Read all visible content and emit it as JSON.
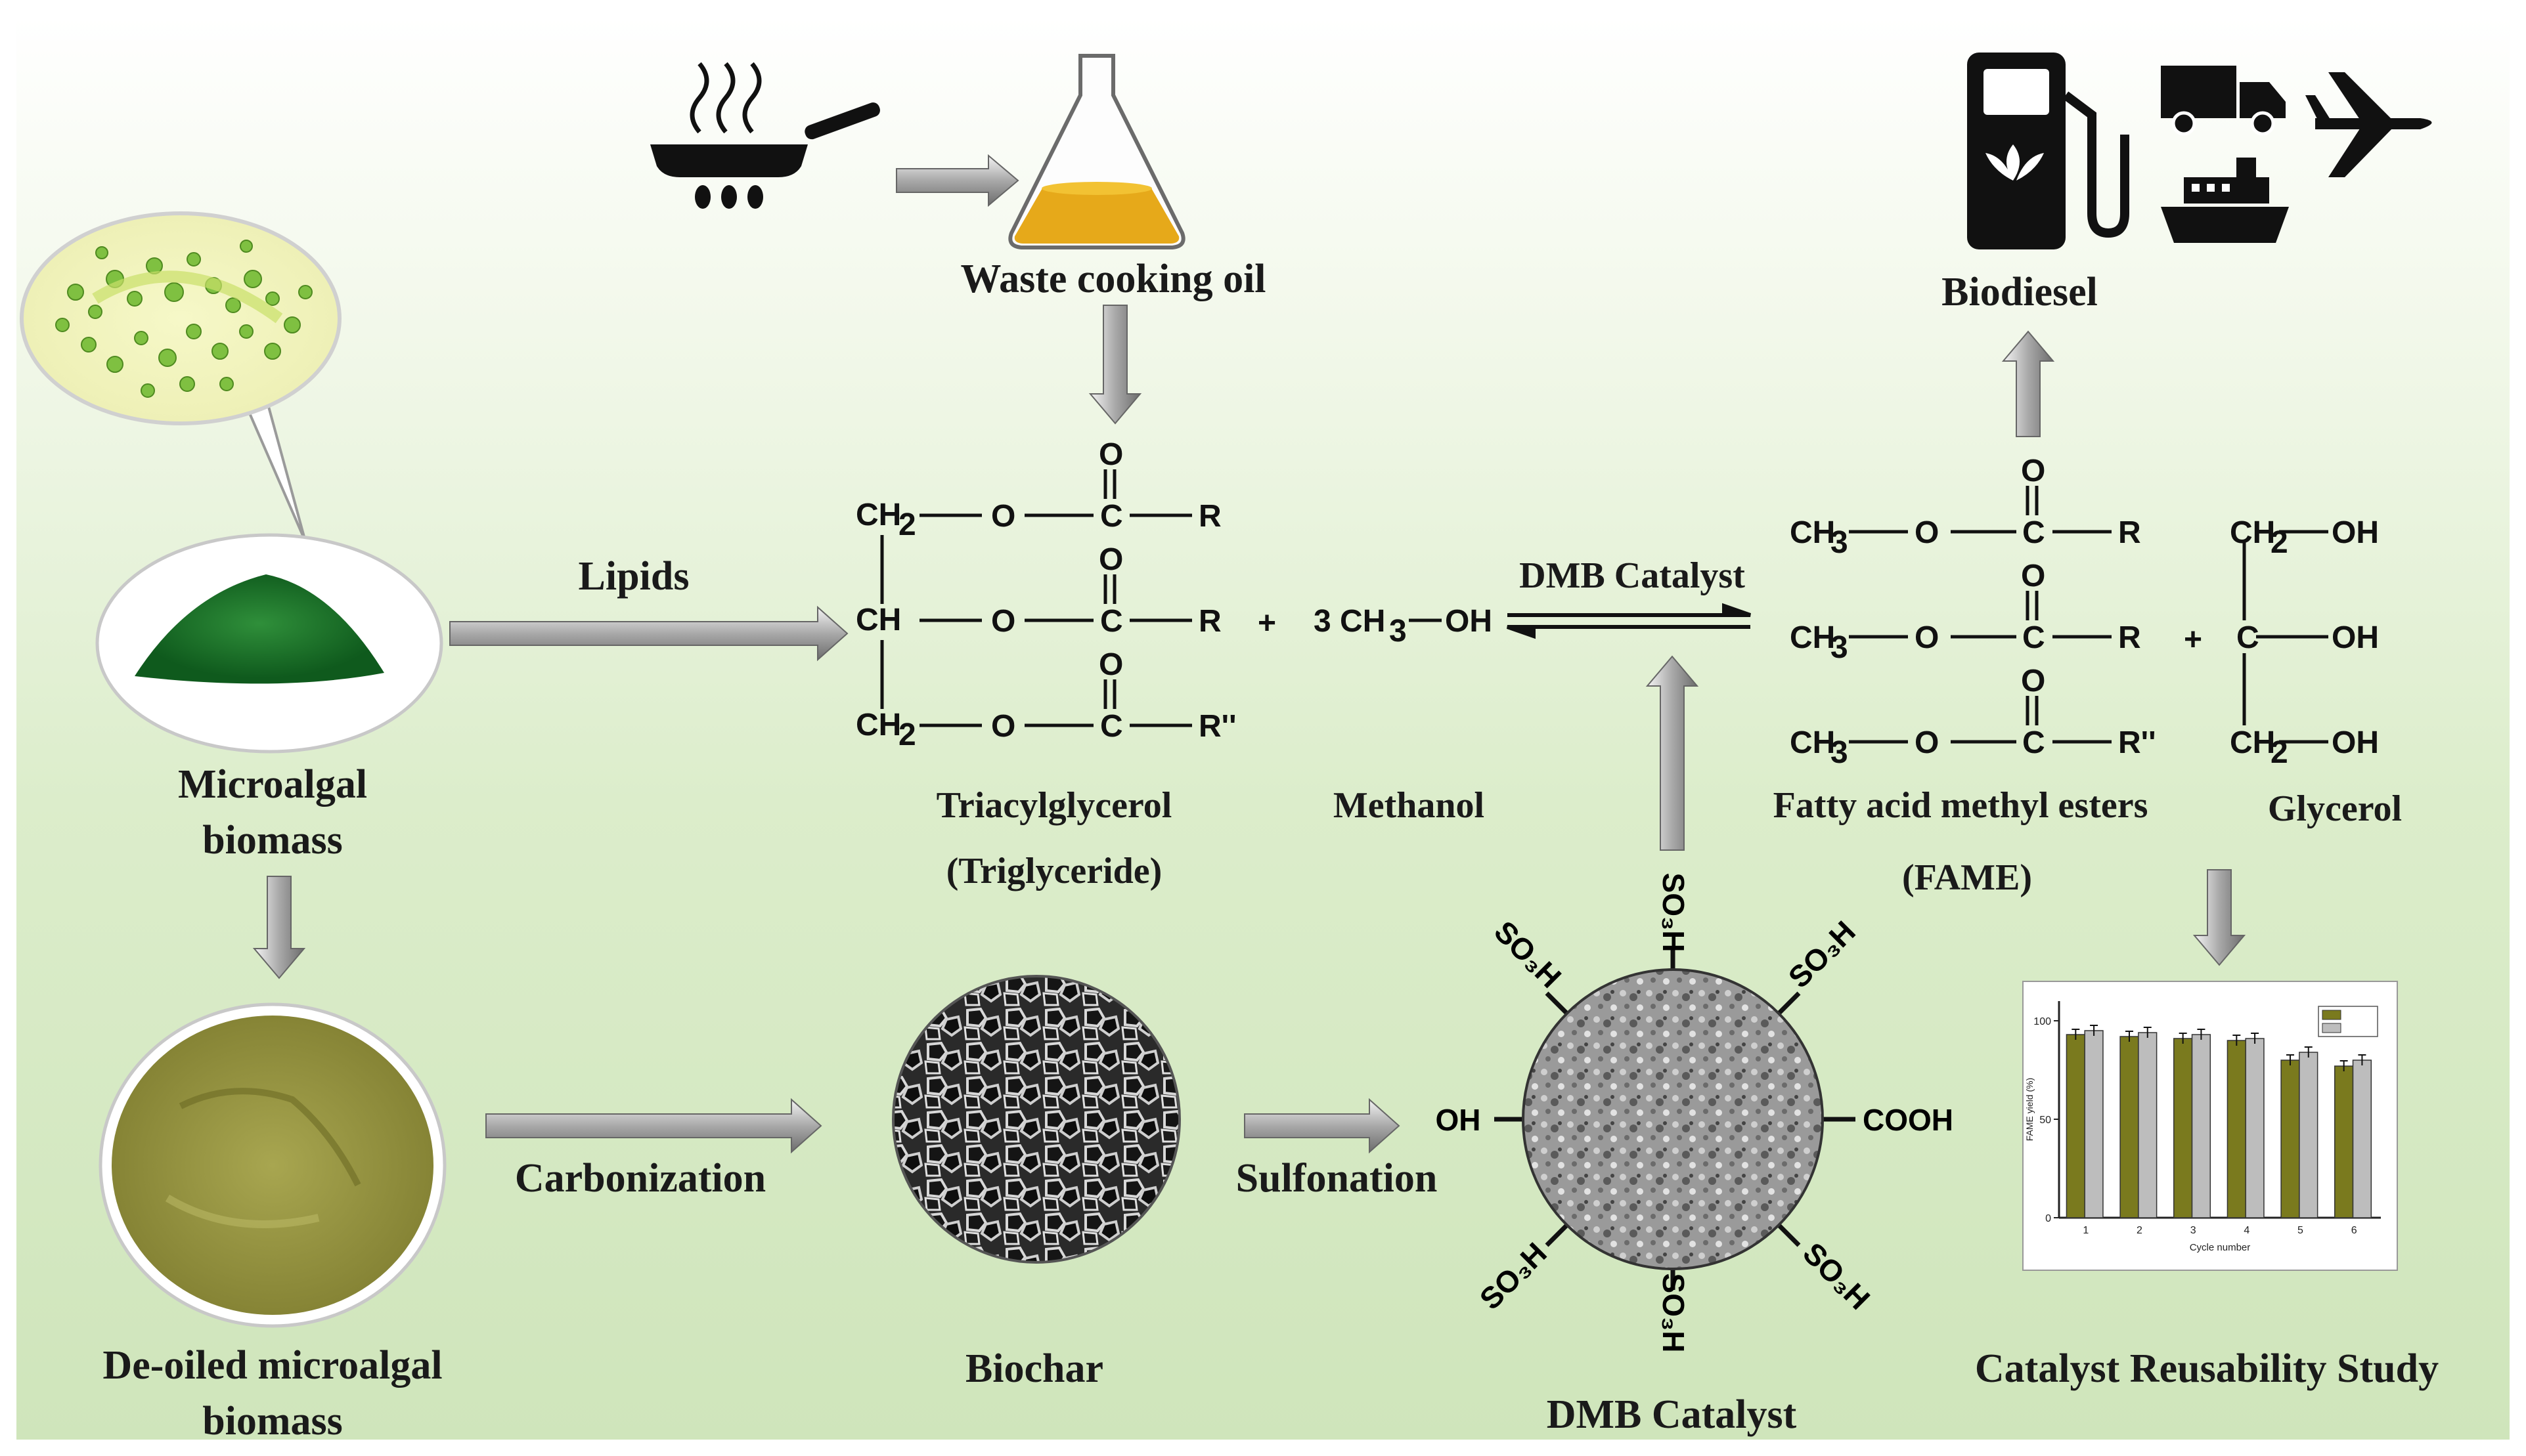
{
  "labels": {
    "waste_cooking_oil": "Waste cooking oil",
    "biodiesel": "Biodiesel",
    "lipids": "Lipids",
    "dmb_catalyst_reaction": "DMB Catalyst",
    "microalgal_biomass_1": "Microalgal",
    "microalgal_biomass_2": "biomass",
    "triacylglycerol_1": "Triacylglycerol",
    "triacylglycerol_2": "(Triglyceride)",
    "methanol": "Methanol",
    "fame_1": "Fatty acid methyl esters",
    "fame_2": "(FAME)",
    "glycerol": "Glycerol",
    "carbonization": "Carbonization",
    "sulfonation": "Sulfonation",
    "deoiled_1": "De-oiled microalgal",
    "deoiled_2": "biomass",
    "biochar": "Biochar",
    "dmb_catalyst": "DMB Catalyst",
    "reusability": "Catalyst Reusability Study"
  },
  "chemistry": {
    "ch2": "CH",
    "ch": "CH",
    "ch3": "CH",
    "o": "O",
    "c": "C",
    "r": "R",
    "r2": "R''",
    "plus": "+",
    "methanol_formula_coef": "3 CH",
    "oh": "OH"
  },
  "catalyst_groups": {
    "so3h": "SO₃H",
    "oh": "OH",
    "cooh": "COOH"
  },
  "chart_data": {
    "type": "bar",
    "categories": [
      "1",
      "2",
      "3",
      "4",
      "5",
      "6"
    ],
    "series": [
      {
        "name": "",
        "values": [
          93,
          92,
          91,
          90,
          80,
          77
        ],
        "color": "#7a7a1e"
      },
      {
        "name": "",
        "values": [
          95,
          94,
          93,
          91,
          84,
          80
        ],
        "color": "#bdbdbd"
      }
    ],
    "ylim": [
      0,
      110
    ],
    "yticks": [
      0,
      50,
      100
    ],
    "xlabel": "Cycle number",
    "ylabel": "FAME yield (%)",
    "legend": "top-right"
  }
}
